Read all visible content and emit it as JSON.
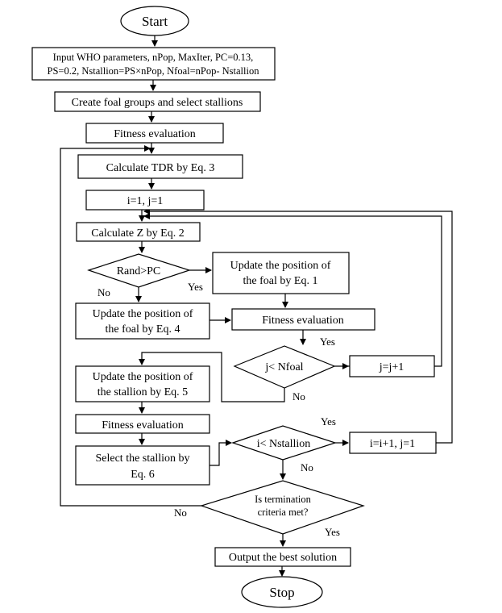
{
  "flowchart": {
    "start": "Start",
    "input_line1": "Input WHO parameters, nPop, MaxIter, PC=0.13,",
    "input_line2": "PS=0.2, Nstallion=PS×nPop, Nfoal=nPop- Nstallion",
    "create_groups": "Create foal groups and select stallions",
    "fitness_eval_1": "Fitness evaluation",
    "calc_tdr": "Calculate TDR by Eq. 3",
    "init_ij": "i=1, j=1",
    "calc_z": "Calculate Z by Eq. 2",
    "rand_pc": "Rand>PC",
    "update_foal_eq1_line1": "Update the position of",
    "update_foal_eq1_line2": "the foal by Eq. 1",
    "update_foal_eq4_line1": "Update the position of",
    "update_foal_eq4_line2": "the foal by Eq. 4",
    "fitness_eval_2": "Fitness evaluation",
    "j_nfoal": "j< Nfoal",
    "j_inc": "j=j+1",
    "update_stallion_line1": "Update the position of",
    "update_stallion_line2": "the stallion by Eq. 5",
    "fitness_eval_3": "Fitness evaluation",
    "select_stallion_line1": "Select the stallion by",
    "select_stallion_line2": "Eq. 6",
    "i_nstallion": "i< Nstallion",
    "i_inc": "i=i+1, j=1",
    "termination_line1": "Is termination",
    "termination_line2": "criteria met?",
    "output_best": "Output the best solution",
    "stop": "Stop",
    "labels": {
      "yes_rand": "Yes",
      "no_rand": "No",
      "yes_j": "Yes",
      "no_j": "No",
      "yes_i": "Yes",
      "no_i": "No",
      "no_term": "No",
      "yes_term": "Yes"
    }
  }
}
